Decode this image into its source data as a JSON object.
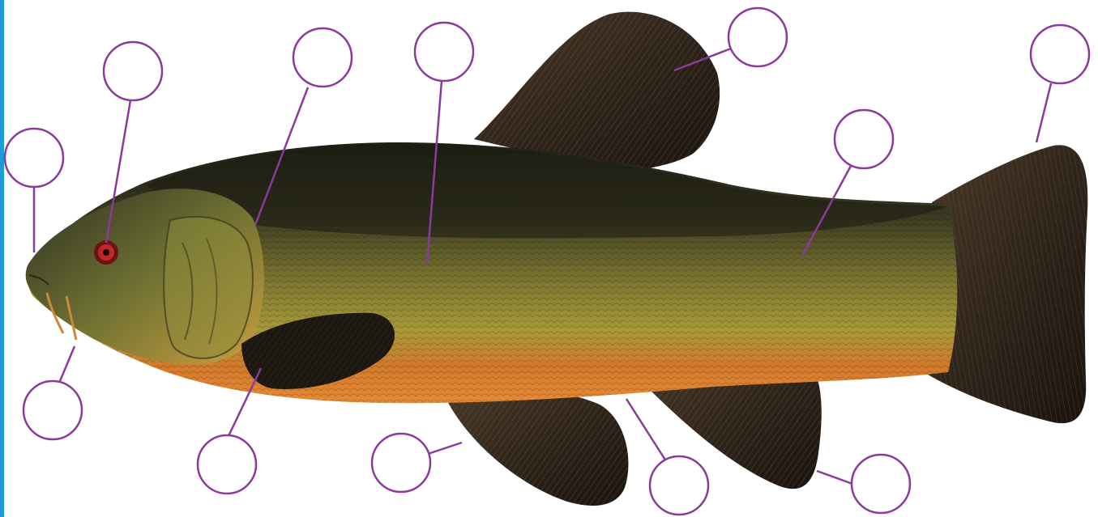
{
  "colors": {
    "edge_bar": "#1c9bd8",
    "leader": "#8b3a9c",
    "label_circle_stroke": "#8b3a9c",
    "label_circle_fill": "#ffffff",
    "body_dark": "#2a2a1c",
    "body_mid": "#6b6a2a",
    "body_light": "#b7a83c",
    "belly": "#e37d2c",
    "fin": "#2e2319",
    "eye": "#c0262a"
  },
  "diagram": {
    "subject": "tench-fish-illustration",
    "labels": [
      {
        "id": "mouth",
        "text": ""
      },
      {
        "id": "eye",
        "text": ""
      },
      {
        "id": "operculum",
        "text": ""
      },
      {
        "id": "lateral-line",
        "text": ""
      },
      {
        "id": "dorsal-fin",
        "text": ""
      },
      {
        "id": "caudal-peduncle",
        "text": ""
      },
      {
        "id": "caudal-fin",
        "text": ""
      },
      {
        "id": "barbel",
        "text": ""
      },
      {
        "id": "pectoral-fin",
        "text": ""
      },
      {
        "id": "pelvic-fin",
        "text": ""
      },
      {
        "id": "anus",
        "text": ""
      },
      {
        "id": "anal-fin",
        "text": ""
      }
    ]
  }
}
